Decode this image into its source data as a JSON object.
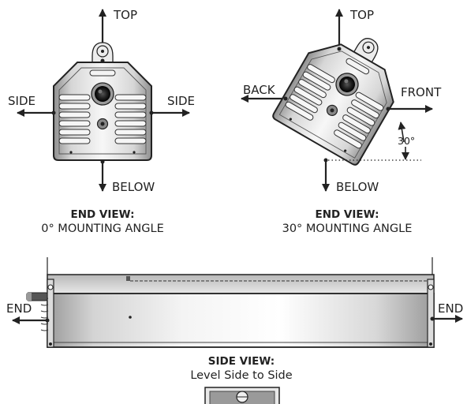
{
  "end_view_left": {
    "top_label": "TOP",
    "left_label": "SIDE",
    "right_label": "SIDE",
    "below_label": "BELOW",
    "caption_title": "END VIEW:",
    "caption_sub": "0° MOUNTING ANGLE"
  },
  "end_view_right": {
    "top_label": "TOP",
    "left_label": "BACK",
    "right_label": "FRONT",
    "angle_label": "30°",
    "below_label": "BELOW",
    "caption_title": "END VIEW:",
    "caption_sub": "30° MOUNTING ANGLE"
  },
  "side_view": {
    "left_label": "END",
    "right_label": "END",
    "caption_title": "SIDE VIEW:",
    "caption_sub": "Level Side to Side"
  },
  "colors": {
    "line": "#222222",
    "housing_light": "#f2f2f2",
    "housing_mid": "#c8c8c8",
    "housing_dark": "#8a8a8a"
  }
}
